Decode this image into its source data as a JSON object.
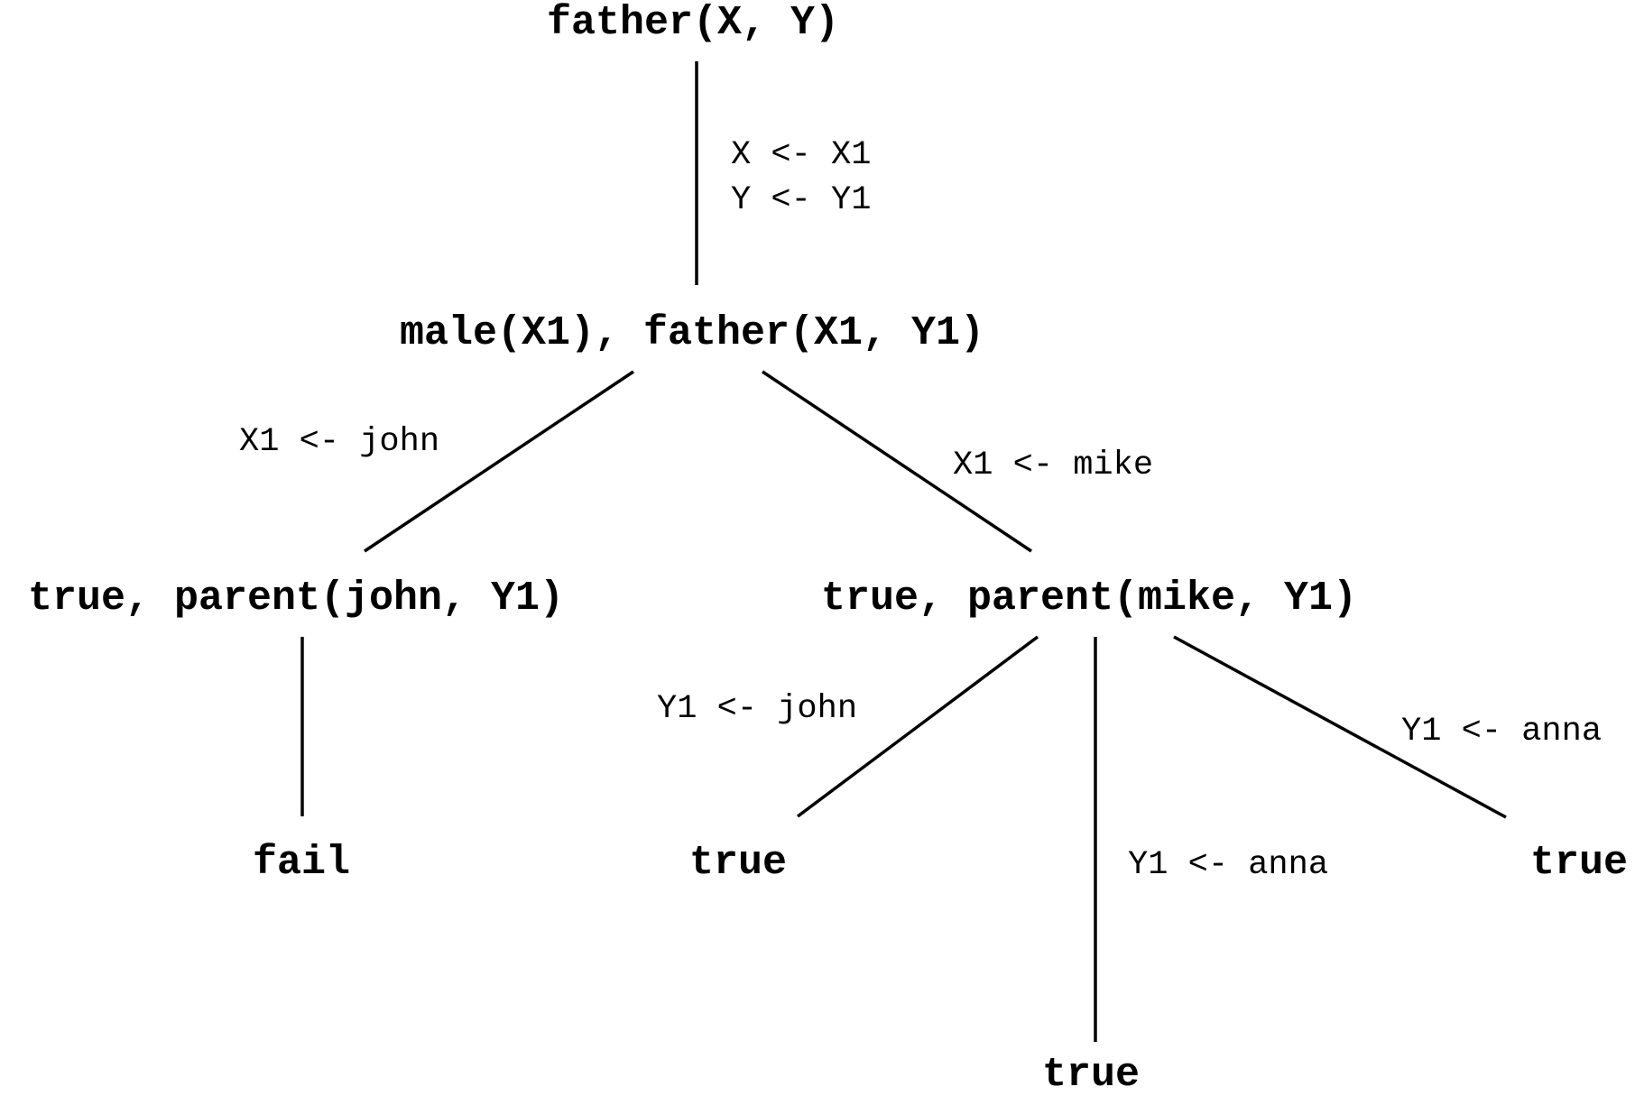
{
  "nodes": {
    "root": "father(X, Y)",
    "level1": "male(X1), father(X1, Y1)",
    "left": "true, parent(john, Y1)",
    "right": "true, parent(mike, Y1)",
    "fail": "fail",
    "true_a": "true",
    "true_b": "true",
    "true_c": "true"
  },
  "edges": {
    "root_to_level1": [
      "X <- X1",
      "Y <- Y1"
    ],
    "level1_to_left": "X1 <- john",
    "level1_to_right": "X1 <- mike",
    "right_to_true_a": "Y1 <- john",
    "right_to_true_b": "Y1 <- anna",
    "right_to_true_c": "Y1 <- anna"
  }
}
